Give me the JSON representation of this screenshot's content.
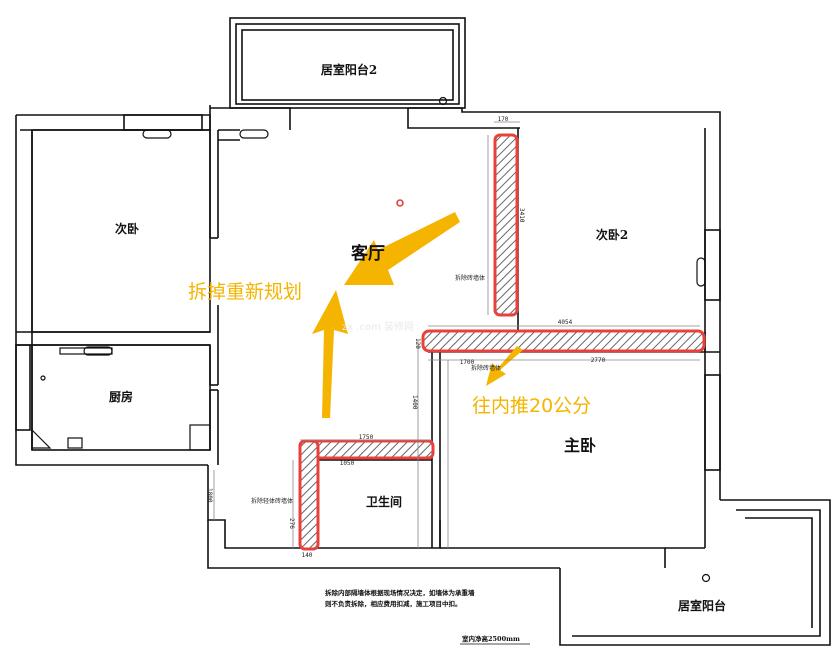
{
  "rooms": {
    "balcony_2": "居室阳台2",
    "bedroom_left": "次卧",
    "living_room": "客厅",
    "bedroom_2": "次卧2",
    "kitchen": "厨房",
    "master_bedroom": "主卧",
    "bathroom": "卫生间",
    "master_balcony": "居室阳台"
  },
  "annotations": {
    "demolish": "拆掉重新规划",
    "push_in": "往内推20公分"
  },
  "dimensions": {
    "top_small": "170",
    "wall_vertical": "3410",
    "wall_horizontal": "4054",
    "bottom_left": "1700",
    "bottom_right": "2770",
    "bath_top": "1750",
    "bath_inner": "1050",
    "bath_left_v": "1400",
    "bath_side_v": "276",
    "bath_bottom": "140",
    "left_outer": "120",
    "hall_v": "1800"
  },
  "labels": {
    "demolish_wall_1": "拆除砖墙体",
    "demolish_wall_2": "拆除砖墙体",
    "demolish_wall_3": "拆除轻体砖墙体",
    "note_line1": "拆除内部隔墙体根据现场情况决定，如墙体为承重墙",
    "note_line2": "则不负责拆除，相应费用扣减，施工项目中扣。",
    "ceiling_height": "室内净高2500mm",
    "watermark": "zx    .com 装修网"
  },
  "colors": {
    "wall": "#111111",
    "highlight": "#e8413c",
    "arrow": "#f5b400"
  }
}
